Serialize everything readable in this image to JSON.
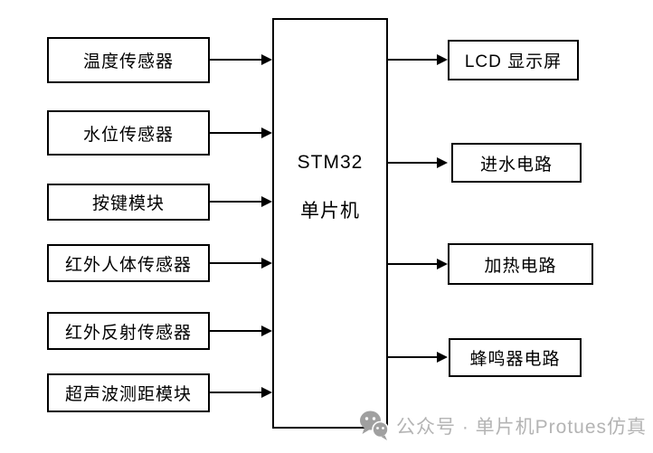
{
  "diagram": {
    "center_box": {
      "line1": "STM32",
      "line2": "单片机"
    },
    "inputs": [
      {
        "label": "温度传感器"
      },
      {
        "label": "水位传感器"
      },
      {
        "label": "按键模块"
      },
      {
        "label": "红外人体传感器"
      },
      {
        "label": "红外反射传感器"
      },
      {
        "label": "超声波测距模块"
      }
    ],
    "outputs": [
      {
        "label": "LCD 显示屏"
      },
      {
        "label": "进水电路"
      },
      {
        "label": "加热电路"
      },
      {
        "label": "蜂鸣器电路"
      }
    ],
    "colors": {
      "line": "#000000",
      "box_background": "#ffffff",
      "watermark_text": "#b4b4b4",
      "watermark_icon": "#a0a0a0"
    }
  },
  "watermark": {
    "icon": "wechat-icon",
    "text": "公众号 · 单片机Protues仿真"
  }
}
